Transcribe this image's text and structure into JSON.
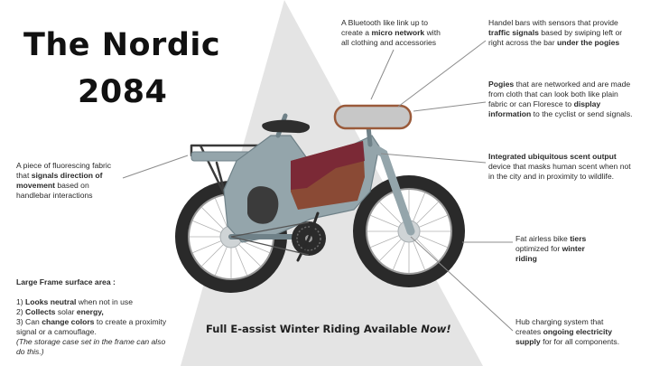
{
  "title": {
    "line1": "The Nordic",
    "line2": "2084"
  },
  "tagline": {
    "main": "Full E-assist Winter Riding Available ",
    "emphasis": "Now!"
  },
  "annotations": {
    "bluetooth": [
      {
        "t": " A Bluetooth like link up to"
      },
      {
        "t": "create a "
      },
      {
        "t": "micro network",
        "b": true
      },
      {
        "t": " with"
      },
      {
        "t": "all clothing and accessories"
      }
    ],
    "handlebar": [
      {
        "t": "Handel bars with sensors that provide"
      },
      {
        "t": "traffic signals",
        "b": true
      },
      {
        "t": " based by swiping left or"
      },
      {
        "t": "right across the bar "
      },
      {
        "t": "under the pogies",
        "b": true
      }
    ],
    "pogies": [
      {
        "t": "Pogies",
        "b": true
      },
      {
        "t": " that are networked and are made"
      },
      {
        "t": "from cloth that can look both like plain"
      },
      {
        "t": "fabric or can Floresce to "
      },
      {
        "t": "display",
        "b": true
      },
      {
        "t": "information",
        "b": true
      },
      {
        "t": " to the cyclist or send signals."
      }
    ],
    "scent": [
      {
        "t": "Integrated ubiquitous scent output",
        "b": true
      },
      {
        "t": "device  that masks human scent when not"
      },
      {
        "t": "in the city and in proximity to wildlife."
      }
    ],
    "fabric": [
      {
        "t": "A piece of fluorescing fabric"
      },
      {
        "t": "that "
      },
      {
        "t": "signals direction of",
        "b": true
      },
      {
        "t": "movement",
        "b": true
      },
      {
        "t": " based  on"
      },
      {
        "t": "handlebar interactions"
      }
    ],
    "tires": [
      {
        "t": "Fat airless bike "
      },
      {
        "t": "tiers",
        "b": true
      },
      {
        "t": "optimized for "
      },
      {
        "t": "winter",
        "b": true
      },
      {
        "t": "riding",
        "b": true
      }
    ],
    "hub": [
      {
        "t": "Hub charging system that"
      },
      {
        "t": "creates "
      },
      {
        "t": "ongoing electricity",
        "b": true
      },
      {
        "t": "supply",
        "b": true
      },
      {
        "t": " for  for all components."
      }
    ],
    "frame": [
      {
        "t": "Large Frame surface area :",
        "b": true
      },
      {
        "t": "1) "
      },
      {
        "t": "Looks neutral",
        "b": true
      },
      {
        "t": " when not in use"
      },
      {
        "t": "2) "
      },
      {
        "t": "Collects",
        "b": true
      },
      {
        "t": " solar "
      },
      {
        "t": "energy,",
        "b": true
      },
      {
        "t": "3) Can "
      },
      {
        "t": "change colors",
        "b": true
      },
      {
        "t": " to create a proximity"
      },
      {
        "t": "signal or a camouflage."
      },
      {
        "t": "(The storage case set in the frame can also",
        "i": true
      },
      {
        "t": "do this.)",
        "i": true
      }
    ]
  },
  "colors": {
    "triangle": "#e4e4e4",
    "frame": "#94a5ab",
    "frame_shade": "#6f8188",
    "tire": "#2a2a2a",
    "pad": "#3b3b3b",
    "storage_top": "#7a2737",
    "storage_bottom": "#8a4a35",
    "pogie": "#c7c7c7",
    "pogie_edge": "#9a5a3a",
    "hub": "#cfd4d6",
    "leader": "#8c8c8c"
  }
}
